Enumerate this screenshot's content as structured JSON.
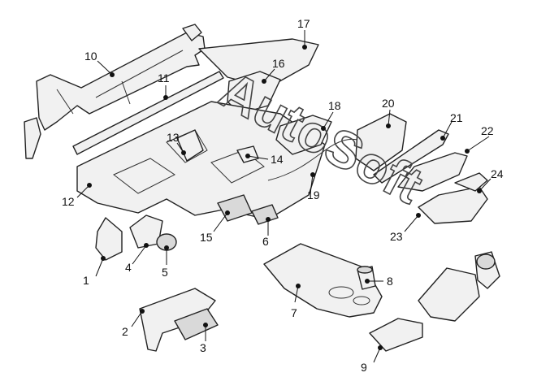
{
  "callouts": {
    "c1": "1",
    "c2": "2",
    "c3": "3",
    "c4": "4",
    "c5": "5",
    "c6": "6",
    "c7": "7",
    "c8": "8",
    "c9": "9",
    "c10": "10",
    "c11": "11",
    "c12": "12",
    "c13": "13",
    "c14": "14",
    "c15": "15",
    "c16": "16",
    "c17": "17",
    "c18": "18",
    "c19": "19",
    "c20": "20",
    "c21": "21",
    "c22": "22",
    "c23": "23",
    "c24": "24"
  },
  "watermark": "AutoSoft"
}
